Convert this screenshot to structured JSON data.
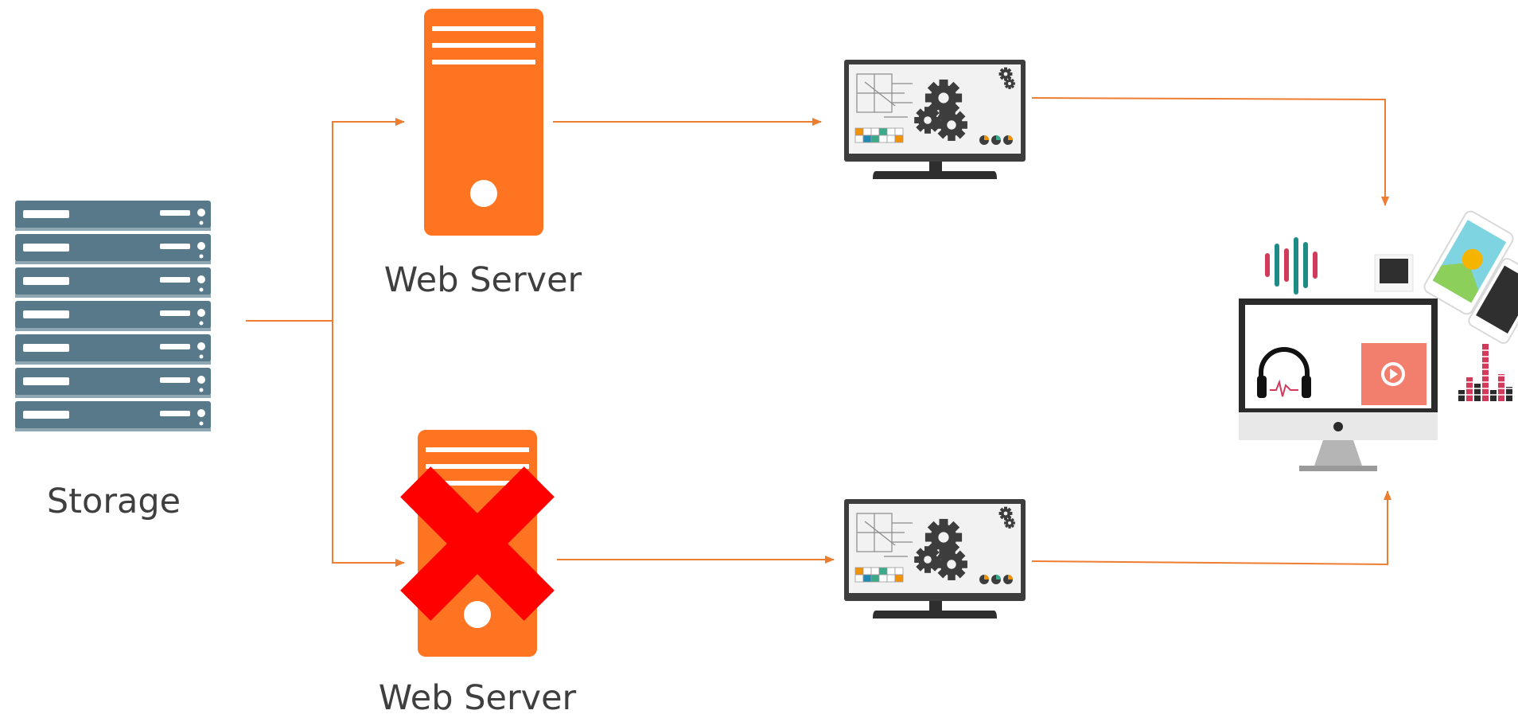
{
  "labels": {
    "storage": "Storage",
    "web_server_top": "Web Server",
    "web_server_bottom": "Web Server"
  },
  "nodes": {
    "top_web_server": {
      "status": "active"
    },
    "bottom_web_server": {
      "status": "failed"
    }
  },
  "colors": {
    "connector": "#ed7d31",
    "server_orange": "#ff7420",
    "storage_slate": "#57798a",
    "failure_x": "#ff0000",
    "monitor_frame": "#3d3d3d",
    "text": "#3f3f3f"
  },
  "icons": {
    "storage": "server-rack-icon",
    "web_server": "tower-server-icon",
    "failure": "red-x-icon",
    "app_monitor": "monitor-gears-icon",
    "client": "multimedia-devices-icon"
  }
}
